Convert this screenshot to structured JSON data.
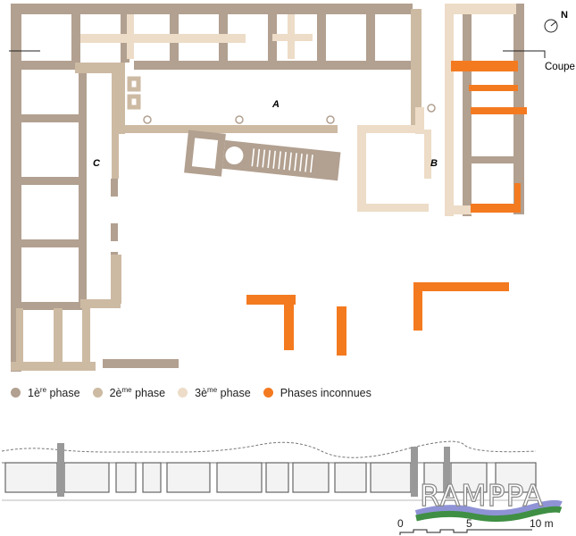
{
  "plan": {
    "room_labels": {
      "a": "A",
      "b": "B",
      "c": "C"
    },
    "north_label": "N",
    "section_marker_label": "Coupe",
    "north_icon": "north-arrow-icon"
  },
  "legend": {
    "items": [
      {
        "label": "1ère phase",
        "base": "1è",
        "sup": "re",
        "rest": " phase",
        "color": "#b2a090"
      },
      {
        "label": "2ème phase",
        "base": "2è",
        "sup": "me",
        "rest": " phase",
        "color": "#cdbaa3"
      },
      {
        "label": "3ème phase",
        "base": "3è",
        "sup": "me",
        "rest": " phase",
        "color": "#eddcc7"
      },
      {
        "label": "Phases inconnues",
        "base": "Phases inconnues",
        "sup": "",
        "rest": "",
        "color": "#f47a20"
      }
    ]
  },
  "logo": {
    "text": "RAMPPA"
  },
  "scale": {
    "ticks": [
      "0",
      "5",
      "10 m"
    ]
  }
}
